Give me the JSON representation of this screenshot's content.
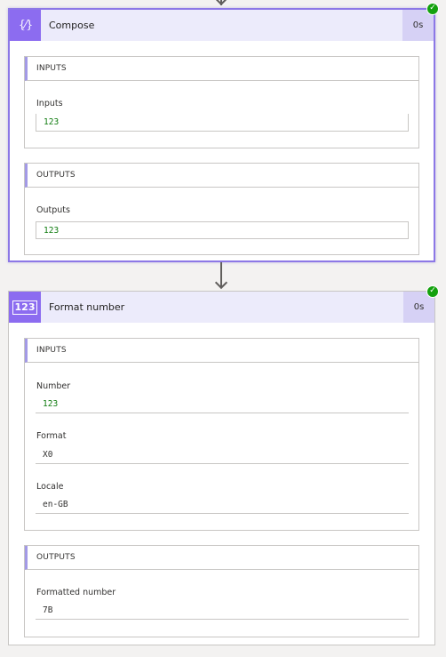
{
  "compose": {
    "title": "Compose",
    "duration": "0s",
    "status": "succeeded",
    "inputs": {
      "section_label": "INPUTS",
      "field_label": "Inputs",
      "value": "123"
    },
    "outputs": {
      "section_label": "OUTPUTS",
      "field_label": "Outputs",
      "value": "123"
    }
  },
  "format_number": {
    "title": "Format number",
    "icon_text": "123",
    "duration": "0s",
    "status": "succeeded",
    "inputs": {
      "section_label": "INPUTS",
      "number_label": "Number",
      "number_value": "123",
      "format_label": "Format",
      "format_value": "X0",
      "locale_label": "Locale",
      "locale_value": "en-GB"
    },
    "outputs": {
      "section_label": "OUTPUTS",
      "formatted_label": "Formatted number",
      "formatted_value": "7B"
    }
  },
  "colors": {
    "accent": "#8c6cf0",
    "header_bg": "#ecebfb",
    "success": "#13a10e",
    "value_green": "#107c10"
  },
  "icons": {
    "compose": "compose-braces-icon",
    "format_number": "number-123-icon",
    "status": "success-check-icon",
    "connector": "down-arrow-icon"
  }
}
